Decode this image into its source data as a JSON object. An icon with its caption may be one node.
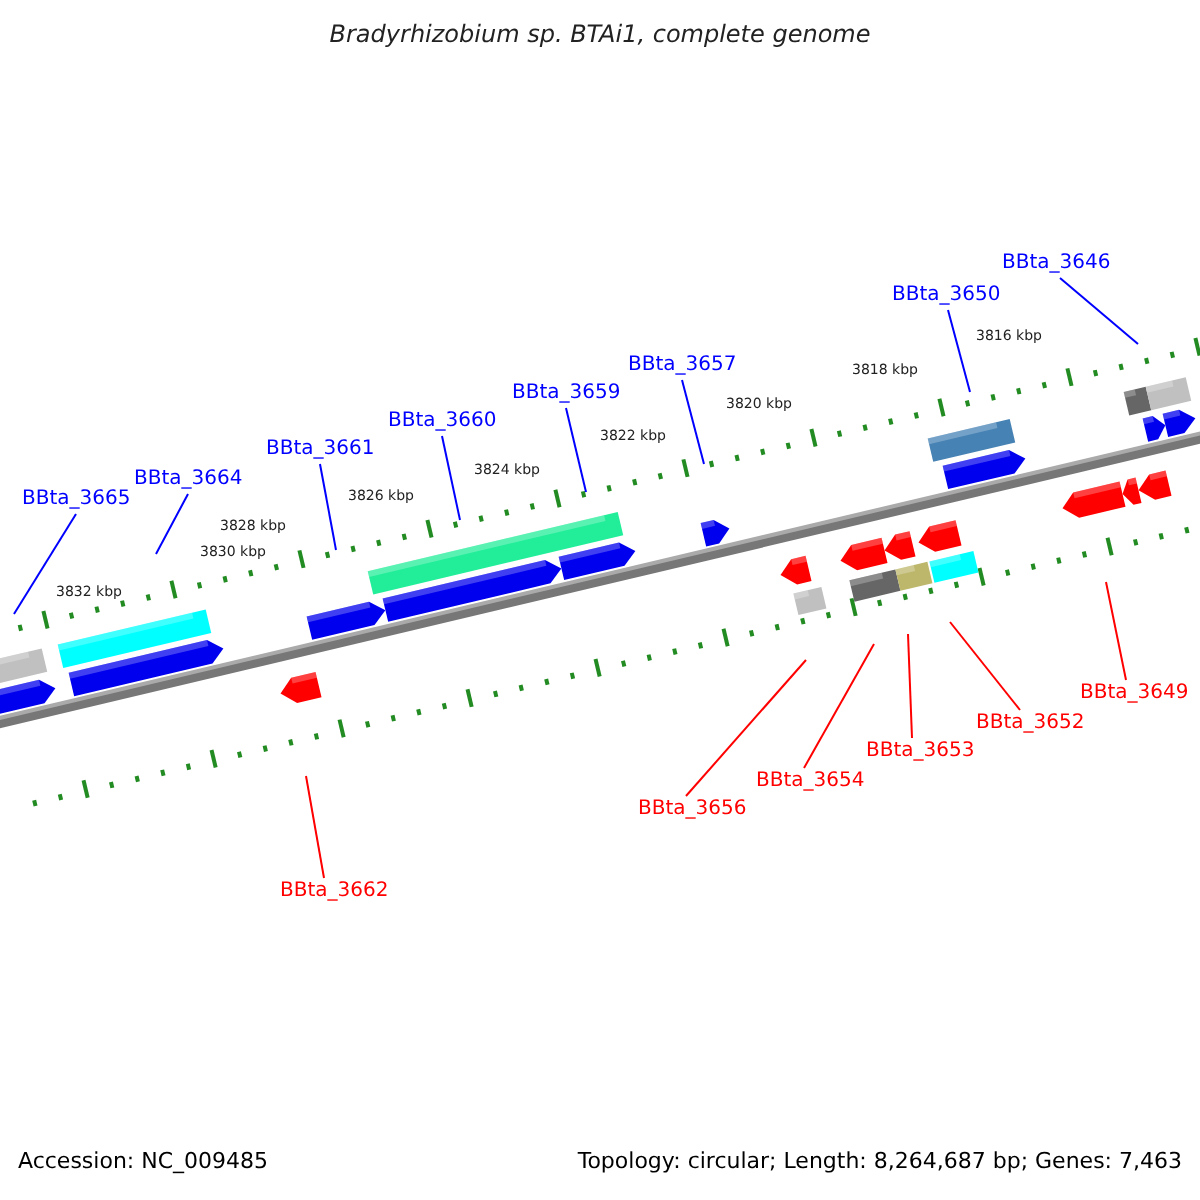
{
  "diagram": {
    "title": "Bradyrhizobium sp. BTAi1, complete genome",
    "nodes": [
      {
        "text": [
          "BBta_3646"
        ]
      },
      {
        "text": [
          "BBta_3650"
        ]
      },
      {
        "text": [
          "BBta_3657"
        ]
      },
      {
        "text": [
          "BBta_3659"
        ]
      },
      {
        "text": [
          "BBta_3660"
        ]
      },
      {
        "text": [
          "BBta_3661"
        ]
      },
      {
        "text": [
          "BBta_3664"
        ]
      },
      {
        "text": [
          "BBta_3665"
        ]
      },
      {
        "text": [
          "BBta_3649"
        ]
      },
      {
        "text": [
          "BBta_3652"
        ]
      },
      {
        "text": [
          "BBta_3653"
        ]
      },
      {
        "text": [
          "BBta_3654"
        ]
      },
      {
        "text": [
          "BBta_3656"
        ]
      },
      {
        "text": [
          "BBta_3662"
        ]
      }
    ],
    "edges": [
      {
        "from": 0,
        "to": null,
        "arrow": "none"
      },
      {
        "from": 1,
        "to": null,
        "arrow": "none"
      },
      {
        "from": 2,
        "to": null,
        "arrow": "none"
      },
      {
        "from": 3,
        "to": null,
        "arrow": "none"
      },
      {
        "from": 4,
        "to": null,
        "arrow": "none"
      },
      {
        "from": 5,
        "to": null,
        "arrow": "none"
      },
      {
        "from": 6,
        "to": null,
        "arrow": "none"
      },
      {
        "from": 7,
        "to": null,
        "arrow": "none"
      },
      {
        "from": 8,
        "to": null,
        "arrow": "none",
        "color": "#ff0000"
      },
      {
        "from": 9,
        "to": null,
        "arrow": "none",
        "color": "#ff0000"
      },
      {
        "from": 10,
        "to": null,
        "arrow": "none",
        "color": "#ff0000"
      },
      {
        "from": 11,
        "to": null,
        "arrow": "none",
        "color": "#ff0000"
      },
      {
        "from": 12,
        "to": null,
        "arrow": "none",
        "color": "#ff0000"
      },
      {
        "from": 13,
        "to": null,
        "arrow": "none",
        "color": "#ff0000"
      }
    ],
    "labels": [
      "3816 kbp",
      "3818 kbp",
      "3820 kbp",
      "3822 kbp",
      "3824 kbp",
      "3826 kbp",
      "3828 kbp",
      "3830 kbp",
      "3832 kbp",
      "Accession: NC_009485",
      "Topology: circular; Length: 8,264,687 bp; Genes: 7,463"
    ]
  }
}
